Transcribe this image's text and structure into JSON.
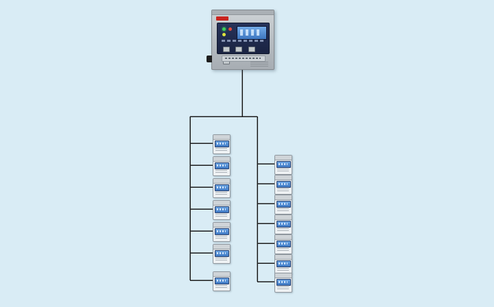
{
  "page": {
    "background_color": "#d9ecf5",
    "description": "bus wiring diagram: one gas alarm controller connected to two daisy-chained columns of detectors"
  },
  "wiring": {
    "color": "#1c1c1c",
    "topology": "single drop from controller to horizontal header, two vertical buses with stub branches"
  },
  "controller": {
    "id": "gas-alarm-controller",
    "body_color": "#bfc4c8",
    "panel_color": "#1d2a4a",
    "lcd_color": "#4f8fd6",
    "logo_color": "#c9241f",
    "led_colors": [
      "#3ecf5a",
      "#e0e43c",
      "#e04a3a"
    ]
  },
  "detectors": {
    "body_color": "#eef1f3",
    "lcd_color": "#4a86c8",
    "left_column_count": 7,
    "right_column_count": 7,
    "left": [
      "detector-1",
      "detector-2",
      "detector-3",
      "detector-4",
      "detector-5",
      "detector-6",
      "detector-7"
    ],
    "right": [
      "detector-8",
      "detector-9",
      "detector-10",
      "detector-11",
      "detector-12",
      "detector-13",
      "detector-14"
    ]
  }
}
